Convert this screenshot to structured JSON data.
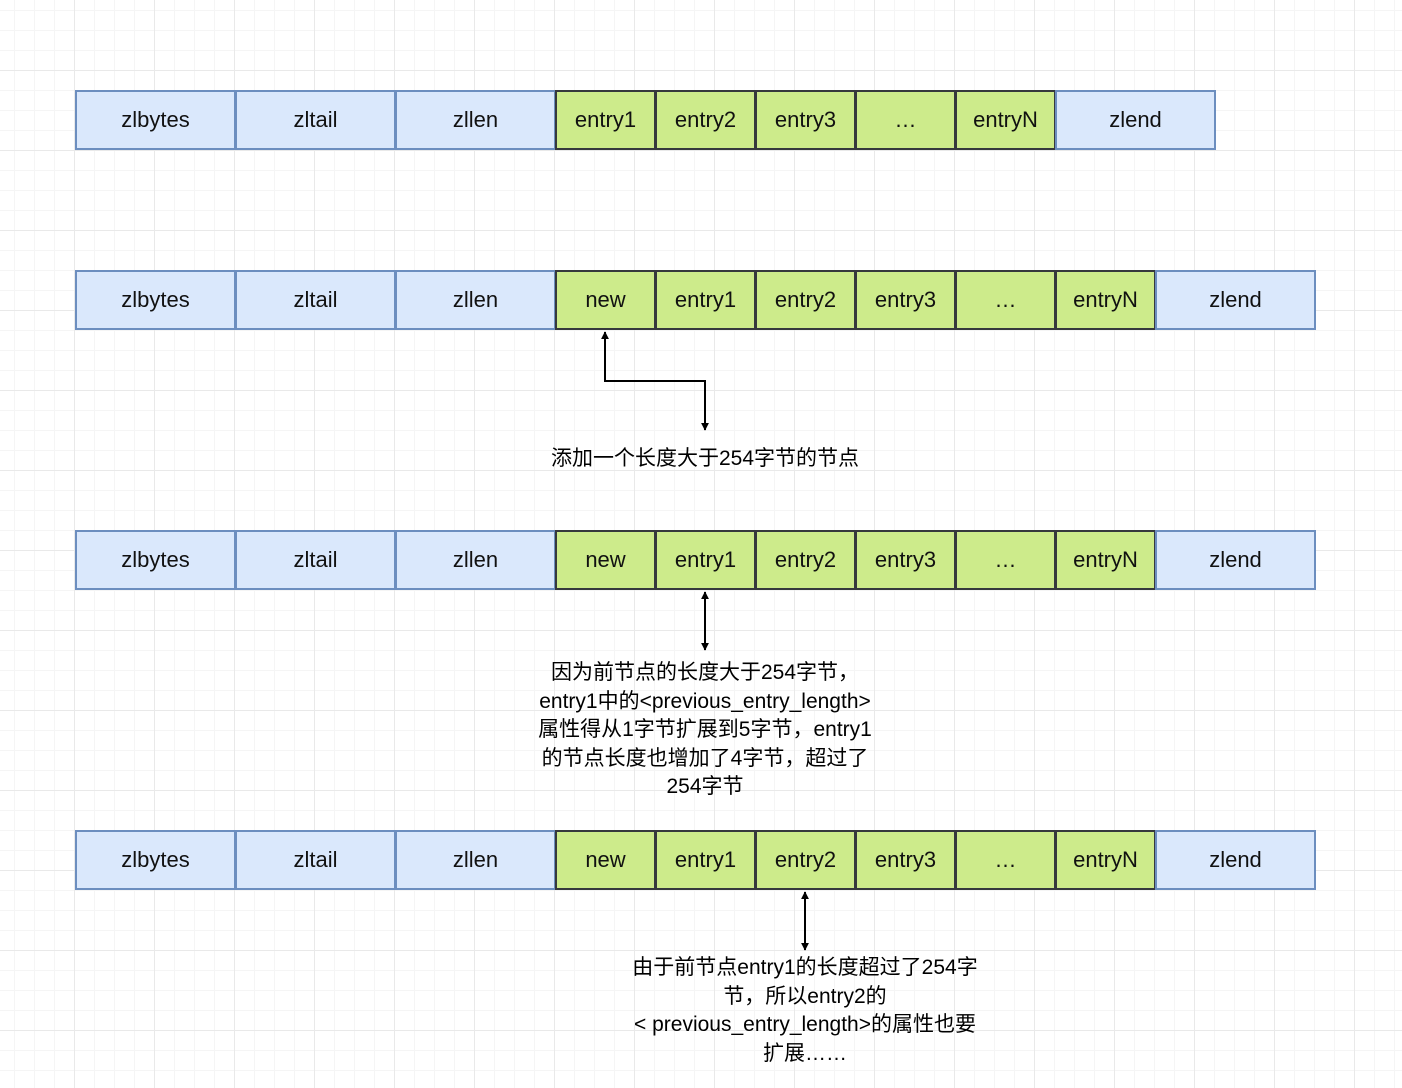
{
  "colors": {
    "header_fill": "#dae8fc",
    "header_border": "#6c8ebf",
    "entry_fill": "#cdeb8b",
    "entry_border": "#36393d",
    "grid": "#e9e9e9"
  },
  "rows": [
    {
      "cells": [
        {
          "label": "zlbytes",
          "kind": "header"
        },
        {
          "label": "zltail",
          "kind": "header"
        },
        {
          "label": "zllen",
          "kind": "header"
        },
        {
          "label": "entry1",
          "kind": "entry"
        },
        {
          "label": "entry2",
          "kind": "entry"
        },
        {
          "label": "entry3",
          "kind": "entry"
        },
        {
          "label": "…",
          "kind": "entry"
        },
        {
          "label": "entryN",
          "kind": "entry"
        },
        {
          "label": "zlend",
          "kind": "header"
        }
      ]
    },
    {
      "cells": [
        {
          "label": "zlbytes",
          "kind": "header"
        },
        {
          "label": "zltail",
          "kind": "header"
        },
        {
          "label": "zllen",
          "kind": "header"
        },
        {
          "label": "new",
          "kind": "entry"
        },
        {
          "label": "entry1",
          "kind": "entry"
        },
        {
          "label": "entry2",
          "kind": "entry"
        },
        {
          "label": "entry3",
          "kind": "entry"
        },
        {
          "label": "…",
          "kind": "entry"
        },
        {
          "label": "entryN",
          "kind": "entry"
        },
        {
          "label": "zlend",
          "kind": "header"
        }
      ]
    },
    {
      "cells": [
        {
          "label": "zlbytes",
          "kind": "header"
        },
        {
          "label": "zltail",
          "kind": "header"
        },
        {
          "label": "zllen",
          "kind": "header"
        },
        {
          "label": "new",
          "kind": "entry"
        },
        {
          "label": "entry1",
          "kind": "entry"
        },
        {
          "label": "entry2",
          "kind": "entry"
        },
        {
          "label": "entry3",
          "kind": "entry"
        },
        {
          "label": "…",
          "kind": "entry"
        },
        {
          "label": "entryN",
          "kind": "entry"
        },
        {
          "label": "zlend",
          "kind": "header"
        }
      ]
    },
    {
      "cells": [
        {
          "label": "zlbytes",
          "kind": "header"
        },
        {
          "label": "zltail",
          "kind": "header"
        },
        {
          "label": "zllen",
          "kind": "header"
        },
        {
          "label": "new",
          "kind": "entry"
        },
        {
          "label": "entry1",
          "kind": "entry"
        },
        {
          "label": "entry2",
          "kind": "entry"
        },
        {
          "label": "entry3",
          "kind": "entry"
        },
        {
          "label": "…",
          "kind": "entry"
        },
        {
          "label": "entryN",
          "kind": "entry"
        },
        {
          "label": "zlend",
          "kind": "header"
        }
      ]
    }
  ],
  "notes": {
    "add_node": "添加一个长度大于254字节的节点",
    "entry1_expand": "因为前节点的长度大于254字节，\nentry1中的<previous_entry_length>\n属性得从1字节扩展到5字节，entry1\n的节点长度也增加了4字节，超过了\n254字节",
    "entry2_expand": "由于前节点entry1的长度超过了254字\n节，所以entry2的\n< previous_entry_length>的属性也要\n扩展……"
  }
}
